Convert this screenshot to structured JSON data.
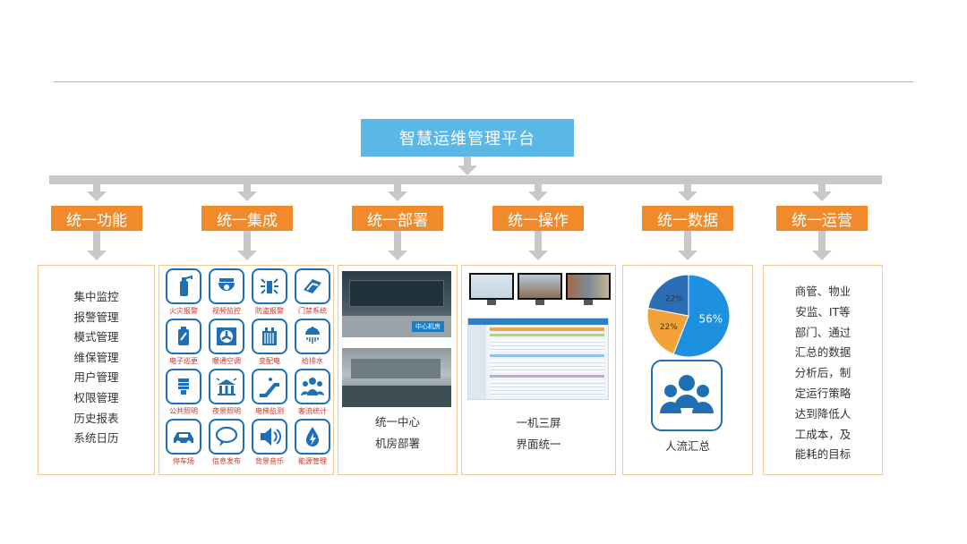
{
  "platform": {
    "title": "智慧运维管理平台"
  },
  "categories": [
    {
      "label": "统一功能"
    },
    {
      "label": "统一集成"
    },
    {
      "label": "统一部署"
    },
    {
      "label": "统一操作"
    },
    {
      "label": "统一数据"
    },
    {
      "label": "统一运营"
    }
  ],
  "functions": [
    "集中监控",
    "报警管理",
    "模式管理",
    "维保管理",
    "用户管理",
    "权限管理",
    "历史报表",
    "系统日历"
  ],
  "integration": [
    {
      "label": "火灾报警",
      "icon": "fire-extinguisher-icon"
    },
    {
      "label": "视频监控",
      "icon": "dome-camera-icon"
    },
    {
      "label": "防盗报警",
      "icon": "siren-icon"
    },
    {
      "label": "门禁系统",
      "icon": "access-card-icon"
    },
    {
      "label": "电子巡更",
      "icon": "patrol-icon"
    },
    {
      "label": "暖通空调",
      "icon": "fan-icon"
    },
    {
      "label": "变配电",
      "icon": "transformer-icon"
    },
    {
      "label": "给排水",
      "icon": "shower-icon"
    },
    {
      "label": "公共照明",
      "icon": "bulb-icon"
    },
    {
      "label": "夜景照明",
      "icon": "building-light-icon"
    },
    {
      "label": "电梯监测",
      "icon": "escalator-icon"
    },
    {
      "label": "客流统计",
      "icon": "crowd-icon"
    },
    {
      "label": "停车场",
      "icon": "car-icon"
    },
    {
      "label": "信息发布",
      "icon": "speech-bubble-icon"
    },
    {
      "label": "背景音乐",
      "icon": "speaker-icon"
    },
    {
      "label": "能源管理",
      "icon": "energy-drop-icon"
    }
  ],
  "deploy": {
    "sign_text": "中心机房",
    "line1": "统一中心",
    "line2": "机房部署"
  },
  "operate": {
    "line1": "一机三屏",
    "line2": "界面统一"
  },
  "data": {
    "pie": [
      {
        "label": "56%",
        "value": 56,
        "color": "#1e90e0"
      },
      {
        "label": "22%",
        "value": 22,
        "color": "#f3a23a"
      },
      {
        "label": "22%",
        "value": 22,
        "color": "#2a6fb5"
      }
    ],
    "caption": "人流汇总"
  },
  "operation": {
    "lines": [
      "商管、物业",
      "安监、IT等",
      "部门、通过",
      "汇总的数据",
      "分析后，制",
      "定运行策略",
      "达到降低人",
      "工成本，及",
      "能耗的目标"
    ]
  }
}
